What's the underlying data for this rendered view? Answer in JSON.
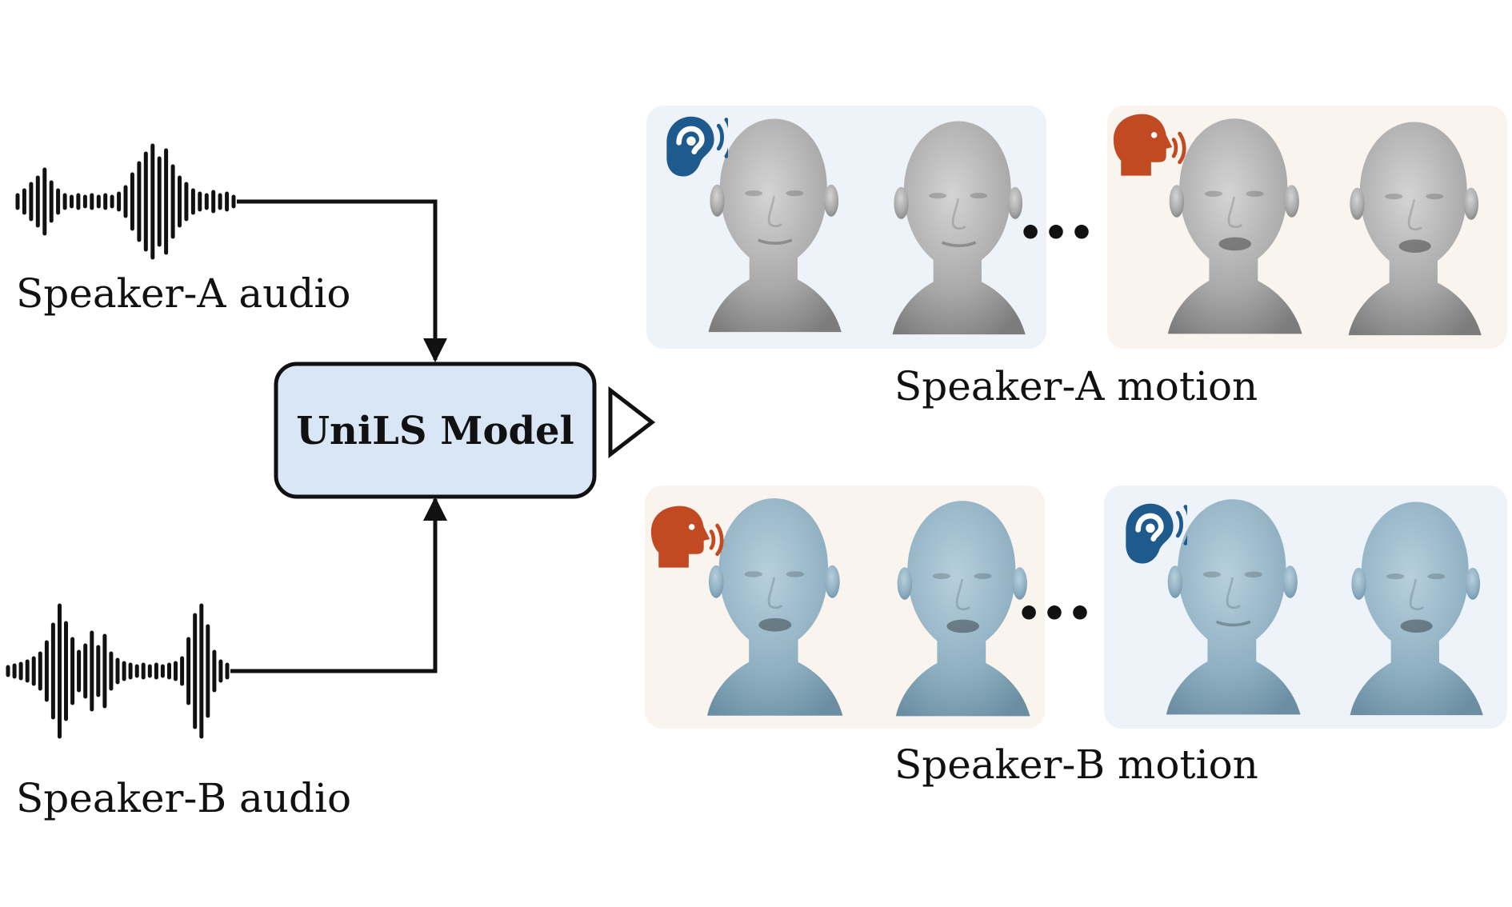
{
  "labels": {
    "speaker_a_audio": "Speaker-A audio",
    "speaker_b_audio": "Speaker-B audio",
    "model": "UniLS Model",
    "speaker_a_motion": "Speaker-A motion",
    "speaker_b_motion": "Speaker-B motion"
  },
  "ellipsis": "•••",
  "colors": {
    "panel_listening": "#eef3f9",
    "panel_speaking": "#faf4ee",
    "model_fill": "#d8e6f5",
    "head_grey": "#a8a8a8",
    "head_blue": "#8fb0c2",
    "listen_icon": "#1f5a8c",
    "speak_icon": "#c24a22"
  },
  "panels": [
    {
      "row": "speaker-a",
      "state": "listening",
      "icon": "ear-listen-icon"
    },
    {
      "row": "speaker-a",
      "state": "speaking",
      "icon": "speaking-head-icon"
    },
    {
      "row": "speaker-b",
      "state": "speaking",
      "icon": "speaking-head-icon"
    },
    {
      "row": "speaker-b",
      "state": "listening",
      "icon": "ear-listen-icon"
    }
  ]
}
